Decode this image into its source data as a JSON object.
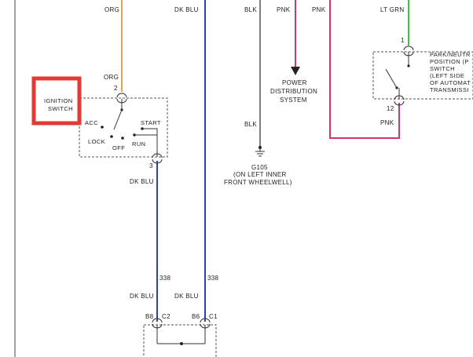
{
  "colors": {
    "orange_wire": "#e8a24a",
    "blue_wire": "#2b3fbf",
    "black_wire": "#555555",
    "pink_wire": "#d6336c",
    "green_wire": "#3cc43c",
    "highlight": "#e53935"
  },
  "wires": {
    "org_top": "ORG",
    "org_mid": "ORG",
    "dk_blu_top": "DK BLU",
    "blk_top": "BLK",
    "pnk_left_top": "PNK",
    "pnk_right_top": "PNK",
    "lt_grn": "LT GRN",
    "blk_mid": "BLK",
    "pnk_bottom": "PNK",
    "dk_blu_left_mid": "DK BLU",
    "num_338_left": "338",
    "num_338_right": "338",
    "dk_blu_left_bot": "DK BLU",
    "dk_blu_right_bot": "DK BLU"
  },
  "ignition": {
    "label_line1": "IGNITION",
    "label_line2": "SWITCH",
    "pin_top": "2",
    "pin_bottom": "3",
    "pos_acc": "ACC",
    "pos_start": "START",
    "pos_lock": "LOCK",
    "pos_off": "OFF",
    "pos_run": "RUN"
  },
  "power": {
    "line1": "POWER",
    "line2": "DISTRIBUTION",
    "line3": "SYSTEM"
  },
  "ground": {
    "id": "G105",
    "line1": "(ON LEFT INNER",
    "line2": "FRONT WHEELWELL)"
  },
  "park_switch": {
    "line1": "PARK/NEUTR",
    "line2": "POSITION (P",
    "line3": "SWITCH",
    "line4": "(LEFT SIDE",
    "line5": "OF AUTOMAT",
    "line6": "TRANSMISSI",
    "pin_top": "1",
    "pin_bottom": "12"
  },
  "connector": {
    "b8": "B8",
    "c2": "C2",
    "b6": "B6",
    "c1": "C1"
  }
}
